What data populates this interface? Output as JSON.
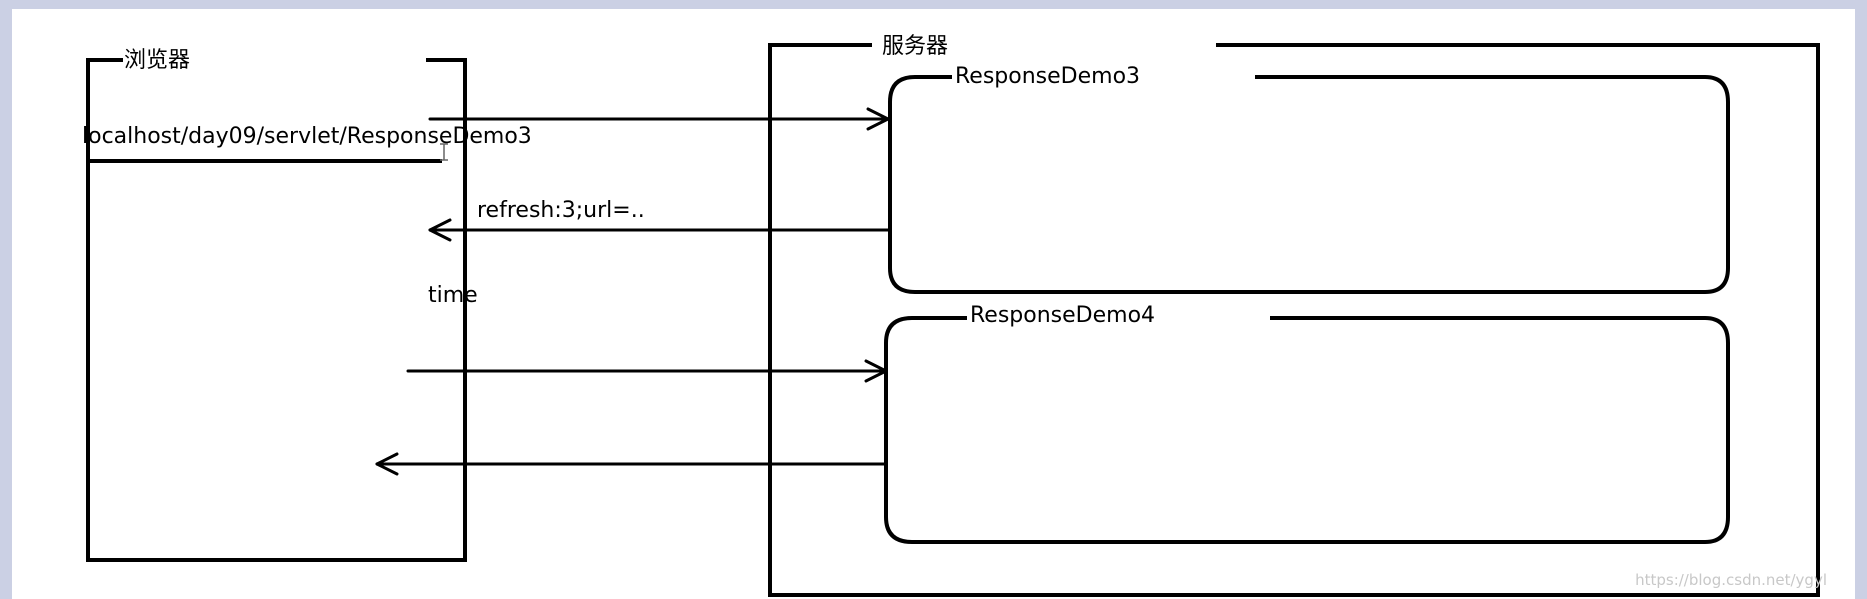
{
  "browser": {
    "title": "浏览器",
    "url": "localhost/day09/servlet/ResponseDemo3",
    "time_label": "time"
  },
  "server": {
    "title": "服务器",
    "servlets": [
      {
        "name": "ResponseDemo3"
      },
      {
        "name": "ResponseDemo4"
      }
    ]
  },
  "messages": {
    "refresh_header": "refresh:3;url=.."
  },
  "watermark": "https://blog.csdn.net/ygyl",
  "colors": {
    "frame": "#cbd0e4",
    "stroke": "#000000",
    "watermark": "#c8c8c8"
  }
}
